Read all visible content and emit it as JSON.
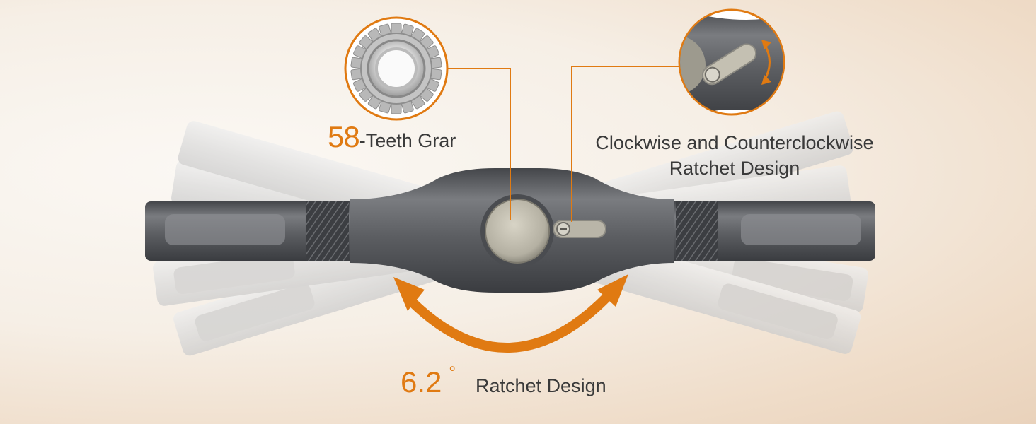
{
  "callouts": {
    "teeth_number": "58",
    "teeth_label": "-Teeth Grar",
    "cw_line1": "Clockwise and Counterclockwise",
    "cw_line2": "Ratchet Design",
    "angle_value": "6.2",
    "angle_unit": "°",
    "angle_label": "Ratchet Design"
  },
  "colors": {
    "accent": "#e07a12",
    "text": "#3a3a3a",
    "tool_body": "#5e6064",
    "ghost_handle": "#d8d8d8"
  },
  "icons": [
    "gear-icon",
    "ratchet-switch-icon",
    "rotation-arrow-icon"
  ]
}
